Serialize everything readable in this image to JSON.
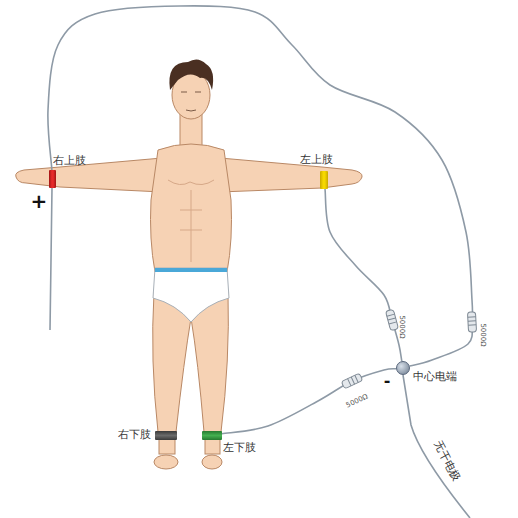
{
  "diagram": {
    "nodes": [
      {
        "text": [
          "右上肢"
        ]
      },
      {
        "text": [
          "左上肢"
        ]
      },
      {
        "text": [
          "右下肢"
        ]
      },
      {
        "text": [
          "左下肢"
        ]
      },
      {
        "text": [
          "中心电端"
        ]
      }
    ],
    "edges": [
      {
        "from": 0,
        "to": 4,
        "arrow": "none",
        "label": "5000Ω"
      },
      {
        "from": 1,
        "to": 4,
        "arrow": "none",
        "label": "5000Ω"
      },
      {
        "from": 3,
        "to": 4,
        "arrow": "none",
        "label": "5000Ω"
      }
    ],
    "labels": [
      "+",
      "-",
      "无干电极"
    ]
  }
}
